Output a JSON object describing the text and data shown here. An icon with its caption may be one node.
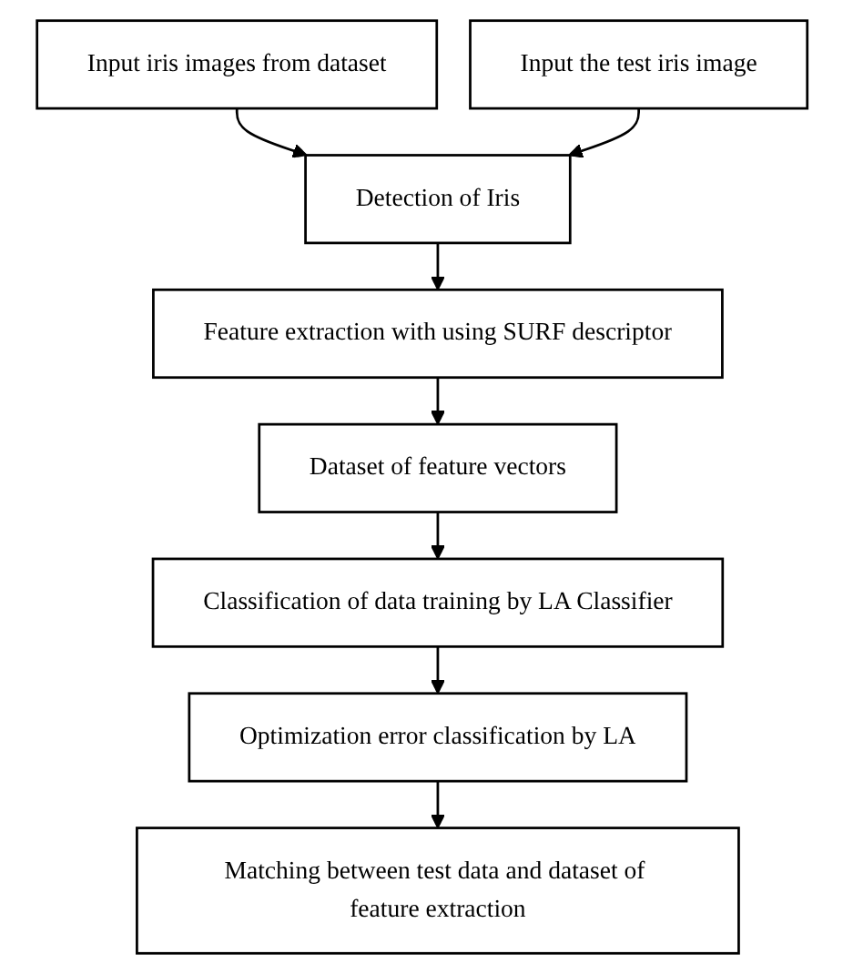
{
  "diagram": {
    "nodes": [
      {
        "text": [
          "Input iris images from dataset"
        ]
      },
      {
        "text": [
          "Input the test iris image"
        ]
      },
      {
        "text": [
          "Detection of Iris"
        ]
      },
      {
        "text": [
          "Feature extraction with using SURF descriptor"
        ]
      },
      {
        "text": [
          "Dataset of feature vectors"
        ]
      },
      {
        "text": [
          "Classification of data training by LA Classifier"
        ]
      },
      {
        "text": [
          "Optimization error classification by LA"
        ]
      },
      {
        "text": [
          "Matching between test data and dataset of feature extraction"
        ]
      }
    ],
    "edges": [
      {
        "from": 0,
        "to": 2,
        "arrow": "to"
      },
      {
        "from": 1,
        "to": 2,
        "arrow": "to"
      },
      {
        "from": 2,
        "to": 3,
        "arrow": "to"
      },
      {
        "from": 3,
        "to": 4,
        "arrow": "to"
      },
      {
        "from": 4,
        "to": 5,
        "arrow": "to"
      },
      {
        "from": 5,
        "to": 6,
        "arrow": "to"
      },
      {
        "from": 6,
        "to": 7,
        "arrow": "to"
      }
    ]
  }
}
